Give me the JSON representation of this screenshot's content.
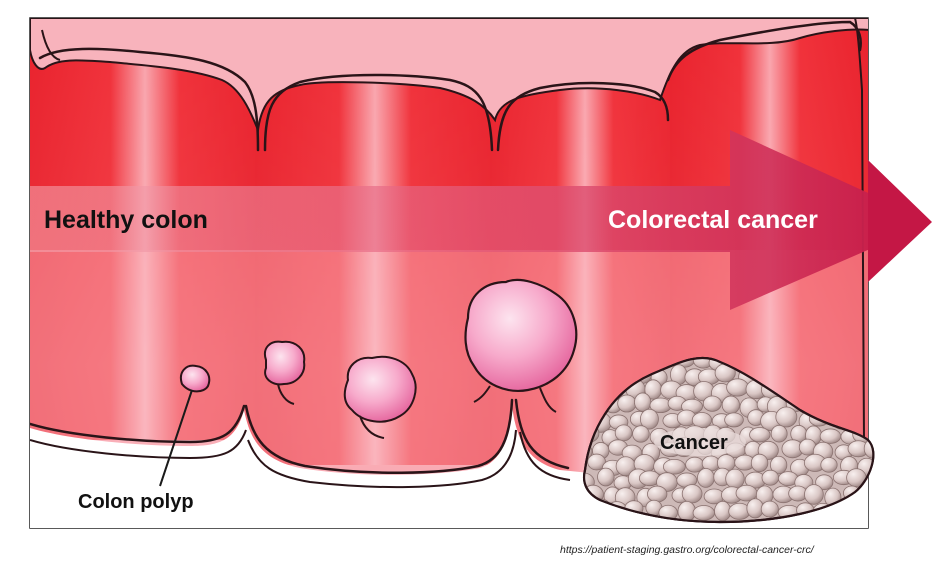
{
  "labels": {
    "healthy": "Healthy colon",
    "cancer_progression": "Colorectal cancer",
    "polyp": "Colon polyp",
    "tumor": "Cancer"
  },
  "credit": "https://patient-staging.gastro.org/colorectal-cancer-crc/",
  "colors": {
    "tissue": "#ee2b33",
    "tissue_light": "#fbc0c6",
    "lining": "#f6aab4",
    "arrow": "#c8204a",
    "polyp": "#f49ac4",
    "tumor": "#d8c8c6",
    "outline": "#2a1418"
  },
  "polyp_stages": 5
}
